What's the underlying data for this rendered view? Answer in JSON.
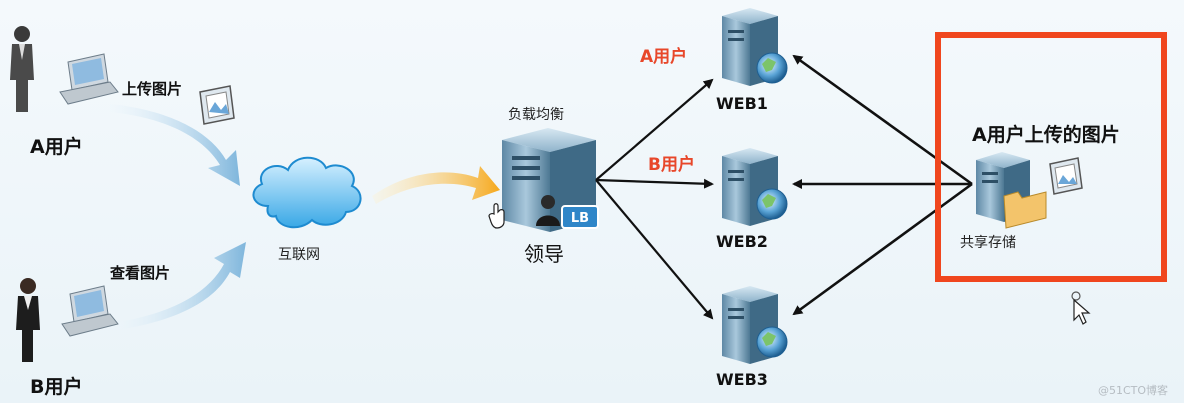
{
  "users": {
    "a": {
      "name": "A用户",
      "action": "上传图片"
    },
    "b": {
      "name": "B用户",
      "action": "查看图片"
    }
  },
  "internet": {
    "label": "互联网"
  },
  "lb": {
    "title": "负载均衡",
    "badge": "LB",
    "caption": "领导"
  },
  "web_servers": [
    {
      "name": "WEB1",
      "user_tag": "A用户"
    },
    {
      "name": "WEB2",
      "user_tag": "B用户"
    },
    {
      "name": "WEB3"
    }
  ],
  "storage": {
    "title": "A用户上传的图片",
    "label": "共享存储"
  },
  "watermark": "@51CTO博客",
  "colors": {
    "highlight": "#f0461e",
    "user_tag": "#e8472a",
    "arrow": "#111111",
    "curve_arrow": "#9cc9e6",
    "lb_arrow": "#f5a81c"
  }
}
